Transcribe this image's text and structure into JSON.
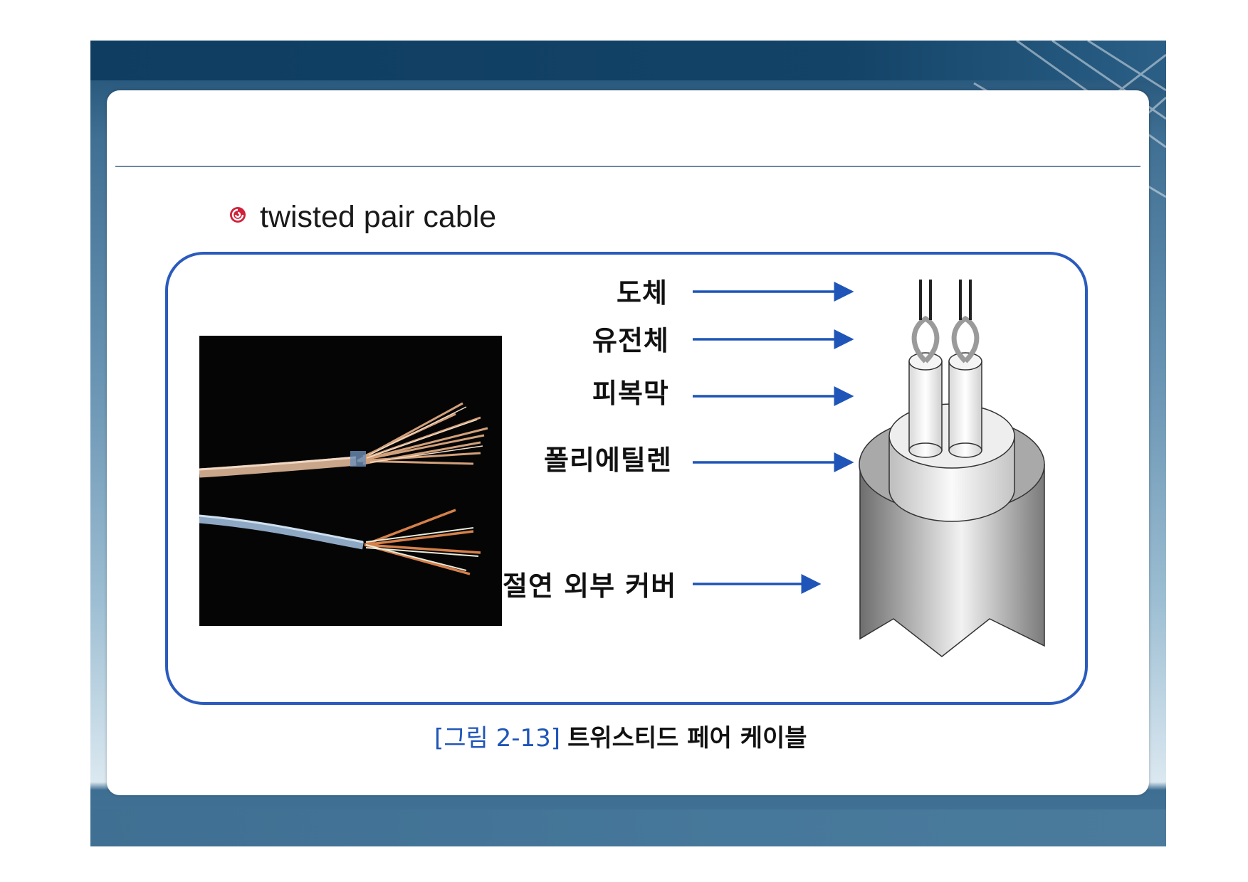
{
  "heading": "twisted pair cable",
  "labels": {
    "conductor": "도체",
    "dielectric": "유전체",
    "coating": "피복막",
    "polyethylene": "폴리에틸렌",
    "outer_cover": "절연 외부 커버"
  },
  "caption": {
    "number": "[그림 2-13]",
    "text": "트위스티드 페어 케이블"
  },
  "colors": {
    "frame": "#2a5bbd",
    "arrow": "#1f55b8",
    "bullet": "#d0213a"
  },
  "icons": {
    "bullet": "spiral-bullet-icon"
  }
}
